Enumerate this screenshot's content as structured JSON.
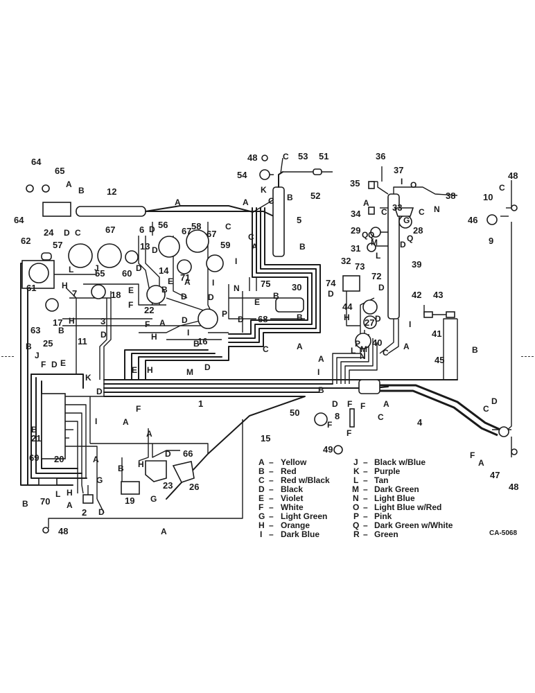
{
  "diagram_code": "CA-5068",
  "legend": [
    {
      "key": "A",
      "color": "Yellow"
    },
    {
      "key": "B",
      "color": "Red"
    },
    {
      "key": "C",
      "color": "Red w/Black"
    },
    {
      "key": "D",
      "color": "Black"
    },
    {
      "key": "E",
      "color": "Violet"
    },
    {
      "key": "F",
      "color": "White"
    },
    {
      "key": "G",
      "color": "Light Green"
    },
    {
      "key": "H",
      "color": "Orange"
    },
    {
      "key": "I",
      "color": "Dark Blue"
    },
    {
      "key": "J",
      "color": "Black w/Blue"
    },
    {
      "key": "K",
      "color": "Purple"
    },
    {
      "key": "L",
      "color": "Tan"
    },
    {
      "key": "M",
      "color": "Dark Green"
    },
    {
      "key": "N",
      "color": "Light Blue"
    },
    {
      "key": "O",
      "color": "Light Blue w/Red"
    },
    {
      "key": "P",
      "color": "Pink"
    },
    {
      "key": "Q",
      "color": "Dark Green w/White"
    },
    {
      "key": "R",
      "color": "Green"
    }
  ],
  "component_numbers": [
    "1",
    "2",
    "3",
    "4",
    "5",
    "6",
    "7",
    "8",
    "9",
    "10",
    "11",
    "12",
    "13",
    "14",
    "15",
    "16",
    "17",
    "18",
    "19",
    "20",
    "21",
    "22",
    "23",
    "24",
    "25",
    "26",
    "27",
    "28",
    "29",
    "30",
    "31",
    "32",
    "33",
    "34",
    "35",
    "36",
    "37",
    "38",
    "39",
    "40",
    "41",
    "42",
    "43",
    "44",
    "45",
    "46",
    "47",
    "48",
    "49",
    "50",
    "51",
    "52",
    "53",
    "54",
    "55",
    "56",
    "57",
    "58",
    "59",
    "60",
    "61",
    "62",
    "63",
    "64",
    "65",
    "66",
    "67",
    "68",
    "69",
    "70",
    "71",
    "72",
    "73",
    "74",
    "75"
  ],
  "wire_letters": [
    "A",
    "B",
    "C",
    "D",
    "E",
    "F",
    "G",
    "H",
    "I",
    "J",
    "K",
    "L",
    "M",
    "N",
    "O",
    "P",
    "Q",
    "R"
  ]
}
